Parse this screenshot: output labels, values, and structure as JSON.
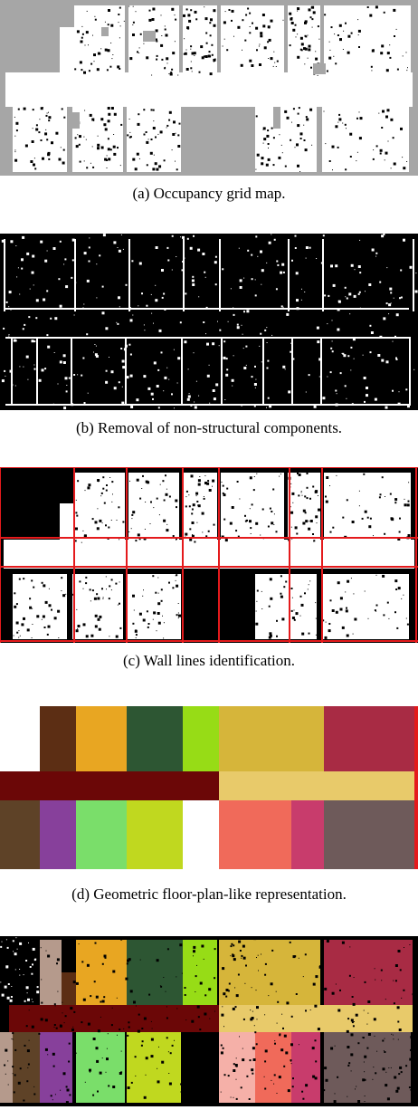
{
  "captions": {
    "a": "(a) Occupancy grid map.",
    "b": "(b) Removal of non-structural components.",
    "c": "(c) Wall lines identification.",
    "d": "(d) Geometric floor-plan-like representation."
  },
  "colors": {
    "unknown": "#a6a6a6",
    "free": "#ffffff",
    "obstacle": "#000000",
    "wall_line": "#e41a1c"
  },
  "rooms_d": [
    {
      "id": "r1",
      "color": "#5c2e14"
    },
    {
      "id": "r2",
      "color": "#e8a622"
    },
    {
      "id": "r3",
      "color": "#2d5633"
    },
    {
      "id": "r4",
      "color": "#97dc16"
    },
    {
      "id": "r5",
      "color": "#d6b53a"
    },
    {
      "id": "r6",
      "color": "#a82b44"
    },
    {
      "id": "corridor-left",
      "color": "#6b0707"
    },
    {
      "id": "corridor-right",
      "color": "#e8ca6a"
    },
    {
      "id": "r7",
      "color": "#5e4227"
    },
    {
      "id": "r8",
      "color": "#87409b"
    },
    {
      "id": "r9",
      "color": "#7ade6a"
    },
    {
      "id": "r10",
      "color": "#c0d81f"
    },
    {
      "id": "r11",
      "color": "#f06a5a"
    },
    {
      "id": "r12",
      "color": "#c83c6c"
    },
    {
      "id": "r13",
      "color": "#6e5a5a"
    }
  ],
  "rooms_e": [
    {
      "id": "e-top-left",
      "color": "#b59a8c"
    },
    {
      "id": "e-bottom-right-extra",
      "color": "#f5b0a8"
    }
  ]
}
